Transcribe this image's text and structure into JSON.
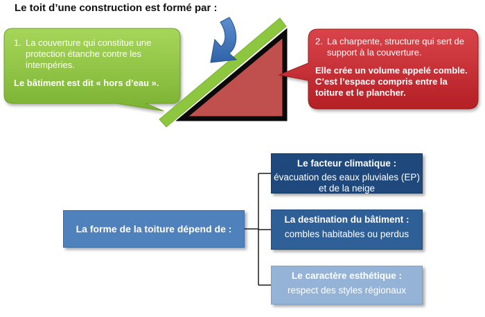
{
  "title": "Le toit d’une construction est formé par :",
  "green_callout": {
    "number": "1.",
    "text": "La couverture  qui constitue une protection étanche contre les intempéries.",
    "emphasis": "Le bâtiment est dit « hors d’eau »."
  },
  "red_callout": {
    "number": "2.",
    "text": "La charpente, structure qui sert de support à la couverture.",
    "emphasis": "Elle crée  un volume appelé comble. C’est l’espace compris entre la toiture et le plancher."
  },
  "main_box": {
    "label": "La forme de la toiture dépend de :"
  },
  "factors": [
    {
      "heading": "Le facteur climatique :",
      "detail": "évacuation des eaux pluviales (EP) et de la neige"
    },
    {
      "heading": "La destination du bâtiment :",
      "detail": "combles habitables ou perdus"
    },
    {
      "heading": "Le caractère esthétique :",
      "detail": "respect des styles régionaux"
    }
  ],
  "colors": {
    "green": "#8dc63f",
    "red": "#c0282d",
    "roof_red": "#c0504d",
    "blue": "#4f81bd",
    "dark_blue": "#1f497d",
    "light_blue": "#95b3d7"
  }
}
